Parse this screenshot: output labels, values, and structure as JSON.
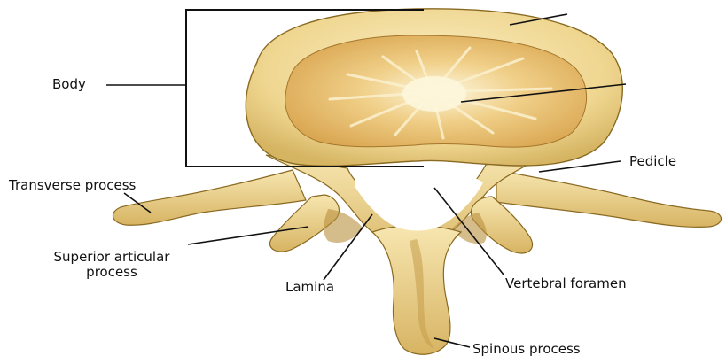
{
  "diagram": {
    "labels": {
      "body": "Body",
      "transverse_process": "Transverse process",
      "superior_articular_line1": "Superior articular",
      "superior_articular_line2": "process",
      "lamina": "Lamina",
      "pedicle": "Pedicle",
      "vertebral_foramen": "Vertebral foramen",
      "spinous_process": "Spinous process"
    },
    "colors": {
      "bone": "#f2dea0",
      "bone_shadow": "#c9a852",
      "bone_outline": "#8a6a22",
      "cancellous": "#e2b766",
      "marrow_light": "#fbf1cf",
      "leader_line": "#111111"
    }
  }
}
